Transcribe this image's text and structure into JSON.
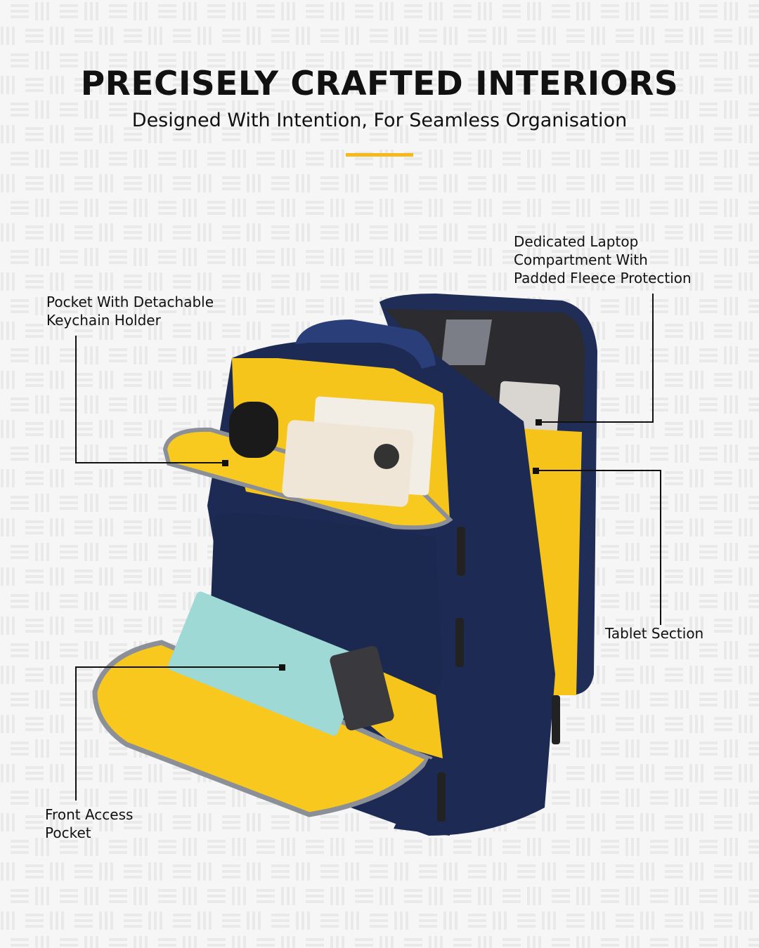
{
  "header": {
    "title": "PRECISELY CRAFTED INTERIORS",
    "subtitle": "Designed With Intention, For Seamless Organisation"
  },
  "callouts": [
    {
      "lines": [
        "Dedicated Laptop",
        "Compartment With",
        "Padded Fleece Protection"
      ]
    },
    {
      "lines": [
        "Pocket With Detachable",
        "Keychain Holder"
      ]
    },
    {
      "lines": [
        "Tablet Section"
      ]
    },
    {
      "lines": [
        "Front Access",
        "Pocket"
      ]
    }
  ],
  "colors": {
    "accent": "#f5b91e",
    "bag": "#1e2c55",
    "lining": "#f7c614"
  }
}
